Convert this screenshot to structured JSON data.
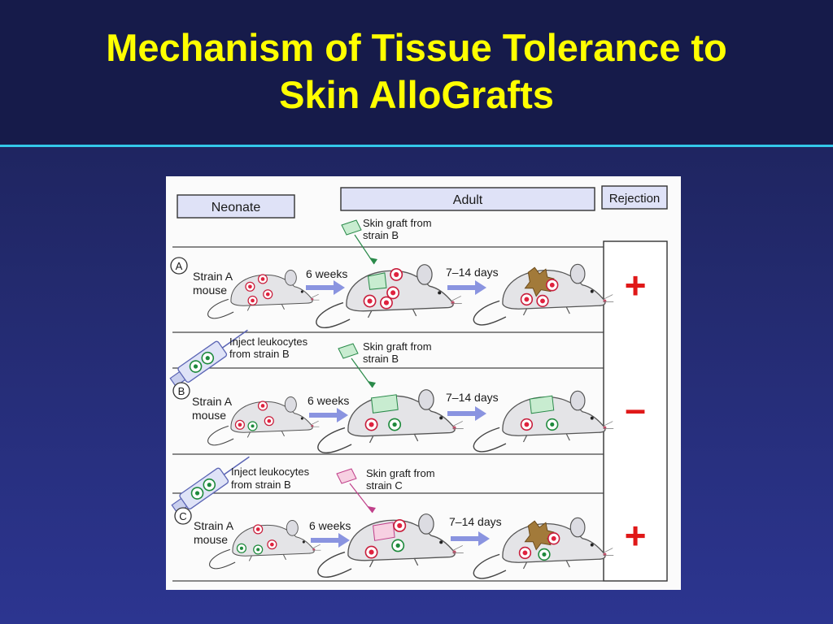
{
  "slide": {
    "title_line1": "Mechanism of Tissue Tolerance to",
    "title_line2": "Skin AlloGrafts"
  },
  "colors": {
    "title": "#ffff00",
    "background": "#232a6e",
    "accent_rule": "#33c8e8",
    "arrow": "#8a94e0",
    "graft_b": "#c8ecd0",
    "graft_c": "#f7d0e2",
    "rejected_graft": "#a27a3a",
    "plus_sign": "#e01818"
  },
  "figure": {
    "headers": {
      "neonate": "Neonate",
      "adult": "Adult",
      "rejection": "Rejection"
    },
    "rows": [
      {
        "letter": "A",
        "top_note_1": "Skin graft from",
        "top_note_2": "strain B",
        "mouse_label_1": "Strain A",
        "mouse_label_2": "mouse",
        "interval_1": "6 weeks",
        "interval_2": "7–14 days",
        "result": "+"
      },
      {
        "letter": "B",
        "inject_1": "Inject leukocytes",
        "inject_2": "from strain B",
        "top_note_1": "Skin graft from",
        "top_note_2": "strain B",
        "mouse_label_1": "Strain A",
        "mouse_label_2": "mouse",
        "interval_1": "6 weeks",
        "interval_2": "7–14 days",
        "result": "–"
      },
      {
        "letter": "C",
        "inject_1": "Inject leukocytes",
        "inject_2": "from strain B",
        "top_note_1": "Skin graft from",
        "top_note_2": "strain C",
        "mouse_label_1": "Strain A",
        "mouse_label_2": "mouse",
        "interval_1": "6 weeks",
        "interval_2": "7–14 days",
        "result": "+"
      }
    ]
  }
}
